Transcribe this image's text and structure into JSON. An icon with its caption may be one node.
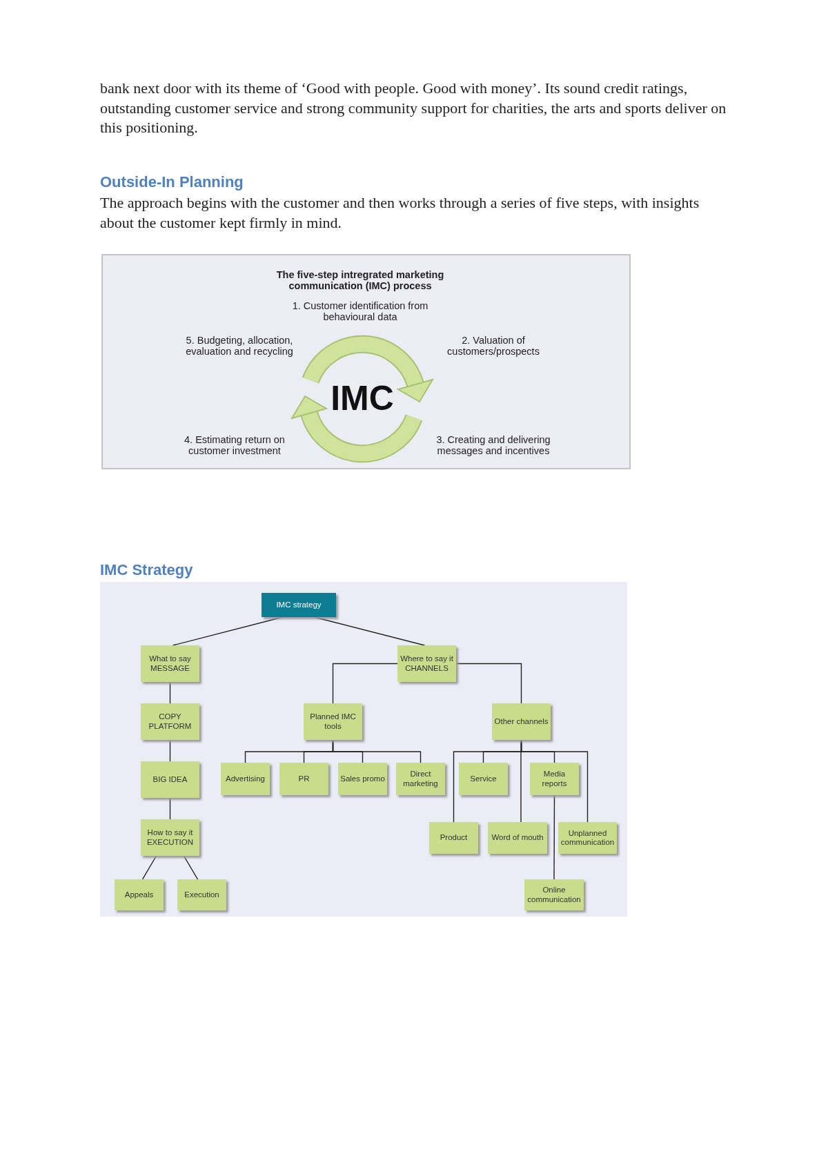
{
  "diagram": {
    "nodes": [
      {
        "text": [
          "IMC strategy"
        ]
      },
      {
        "text": [
          "What to say MESSAGE"
        ]
      },
      {
        "text": [
          "Where to say it CHANNELS"
        ]
      },
      {
        "text": [
          "COPY PLATFORM"
        ]
      },
      {
        "text": [
          "Planned IMC tools"
        ]
      },
      {
        "text": [
          "Other channels"
        ]
      },
      {
        "text": [
          "BIG IDEA"
        ]
      },
      {
        "text": [
          "Advertising"
        ]
      },
      {
        "text": [
          "PR"
        ]
      },
      {
        "text": [
          "Sales promo"
        ]
      },
      {
        "text": [
          "Direct marketing"
        ]
      },
      {
        "text": [
          "Service"
        ]
      },
      {
        "text": [
          "Media reports"
        ]
      },
      {
        "text": [
          "How to say it EXECUTION"
        ]
      },
      {
        "text": [
          "Product"
        ]
      },
      {
        "text": [
          "Word of mouth"
        ]
      },
      {
        "text": [
          "Unplanned communication"
        ]
      },
      {
        "text": [
          "Appeals"
        ]
      },
      {
        "text": [
          "Execution"
        ]
      },
      {
        "text": [
          "Online communication"
        ]
      }
    ],
    "edges": [
      {
        "from": 0,
        "to": 1,
        "arrow": "none"
      },
      {
        "from": 0,
        "to": 2,
        "arrow": "none"
      },
      {
        "from": 1,
        "to": 3,
        "arrow": "none"
      },
      {
        "from": 3,
        "to": 6,
        "arrow": "none"
      },
      {
        "from": 6,
        "to": 13,
        "arrow": "none"
      },
      {
        "from": 13,
        "to": 17,
        "arrow": "none"
      },
      {
        "from": 13,
        "to": 18,
        "arrow": "none"
      },
      {
        "from": 2,
        "to": 4,
        "arrow": "none"
      },
      {
        "from": 2,
        "to": 5,
        "arrow": "none"
      },
      {
        "from": 4,
        "to": 7,
        "arrow": "none"
      },
      {
        "from": 4,
        "to": 8,
        "arrow": "none"
      },
      {
        "from": 4,
        "to": 9,
        "arrow": "none"
      },
      {
        "from": 4,
        "to": 10,
        "arrow": "none"
      },
      {
        "from": 5,
        "to": 11,
        "arrow": "none"
      },
      {
        "from": 5,
        "to": 12,
        "arrow": "none"
      },
      {
        "from": 5,
        "to": 14,
        "arrow": "none"
      },
      {
        "from": 5,
        "to": 15,
        "arrow": "none"
      },
      {
        "from": 5,
        "to": 16,
        "arrow": "none"
      },
      {
        "from": 12,
        "to": 19,
        "arrow": "none"
      }
    ],
    "labels": [
      "bank next door with its theme of ‘Good with people. Good with money’. Its sound credit ratings, outstanding customer service and strong community support for charities, the arts and sports deliver on this positioning.",
      "Outside-In Planning",
      "The approach begins with the customer and then works through a series of five steps, with insights about the customer kept firmly in mind.",
      "The five-step intregrated marketing communication (IMC) process",
      "1. Customer identification from behavioural data",
      "5. Budgeting, allocation, evaluation and recycling",
      "2. Valuation of customers/prospects",
      "IMC",
      "4. Estimating return on customer investment",
      "3. Creating and delivering messages and incentives",
      "IMC Strategy"
    ]
  }
}
